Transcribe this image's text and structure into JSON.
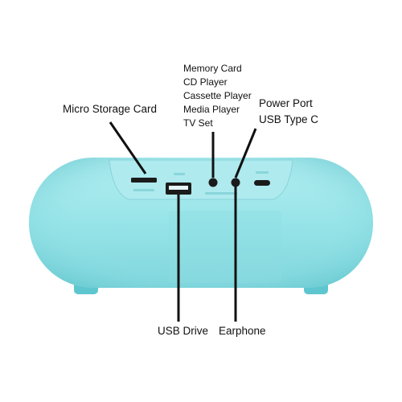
{
  "labels": {
    "micro_storage_card": "Micro Storage Card",
    "memory_card": "Memory Card",
    "cd_player": "CD Player",
    "cassette_player": "Cassette Player",
    "media_player": "Media Player",
    "tv_set": "TV Set",
    "power_port": "Power Port",
    "usb_type_c": "USB Type C",
    "usb_drive": "USB Drive",
    "earphone": "Earphone"
  },
  "colors": {
    "speaker_body": "#97e4e8",
    "speaker_shadow": "#6fcfd6",
    "feet": "#5ec6cf",
    "port_panel": "#aeeaee",
    "ports": "#1b1b1b",
    "leader_lines": "#111111"
  }
}
